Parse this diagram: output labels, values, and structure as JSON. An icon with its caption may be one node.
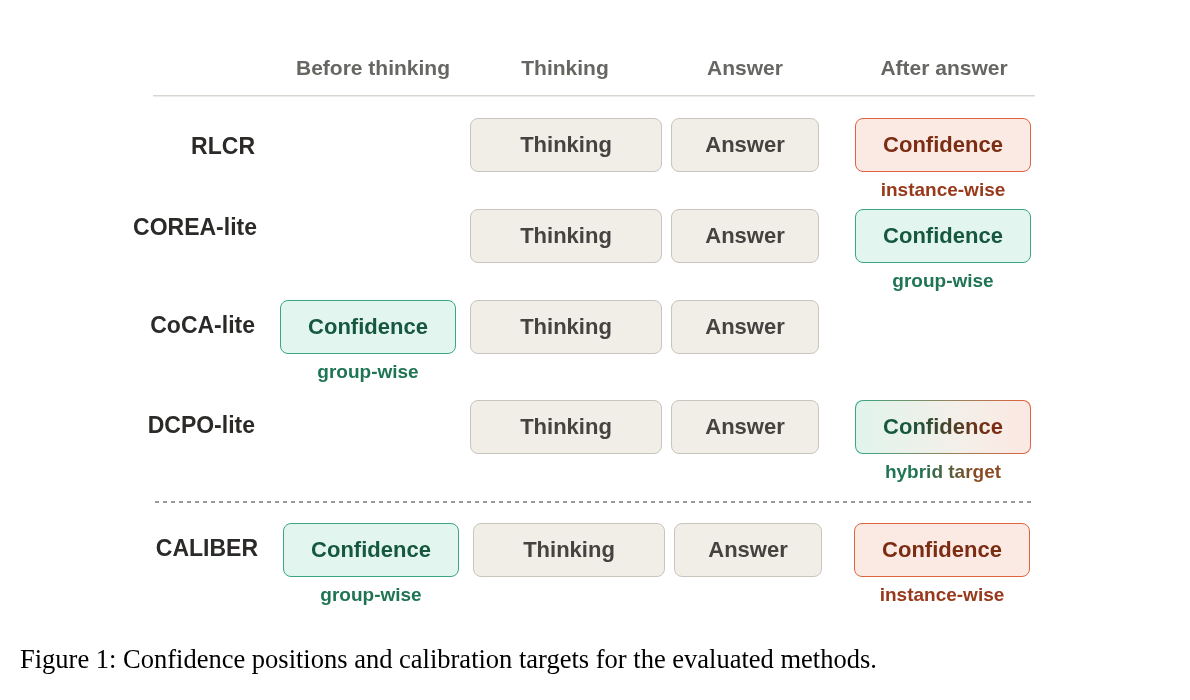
{
  "diagram": {
    "caption": "Figure 1: Confidence positions and calibration targets for the evaluated methods.",
    "nodes": [
      {
        "text": [
          "Thinking"
        ]
      },
      {
        "text": [
          "Answer"
        ]
      },
      {
        "text": [
          "Confidence"
        ],
        "beside": [
          "instance-wise"
        ]
      },
      {
        "text": [
          "Thinking"
        ]
      },
      {
        "text": [
          "Answer"
        ]
      },
      {
        "text": [
          "Confidence"
        ],
        "beside": [
          "group-wise"
        ]
      },
      {
        "text": [
          "Confidence"
        ],
        "beside": [
          "group-wise"
        ]
      },
      {
        "text": [
          "Thinking"
        ]
      },
      {
        "text": [
          "Answer"
        ]
      },
      {
        "text": [
          "Thinking"
        ]
      },
      {
        "text": [
          "Answer"
        ]
      },
      {
        "text": [
          "Confidence"
        ],
        "beside": [
          "hybrid target"
        ]
      },
      {
        "text": [
          "Confidence"
        ],
        "beside": [
          "group-wise"
        ]
      },
      {
        "text": [
          "Thinking"
        ]
      },
      {
        "text": [
          "Answer"
        ]
      },
      {
        "text": [
          "Confidence"
        ],
        "beside": [
          "instance-wise"
        ]
      }
    ],
    "labels": [
      "Before thinking",
      "Thinking",
      "Answer",
      "After answer",
      "RLCR",
      "COREA-lite",
      "CoCA-lite",
      "DCPO-lite",
      "CALIBER"
    ]
  }
}
